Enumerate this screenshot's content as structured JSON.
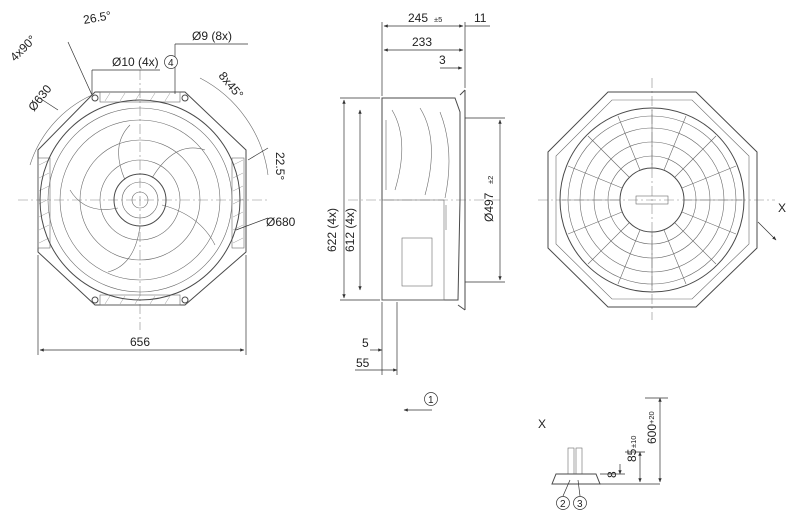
{
  "dims": {
    "d630": "Ø630",
    "a4x90": "4x90°",
    "a26_5": "26.5°",
    "d10x4": "Ø10 (4x)",
    "callout4": "4",
    "d9x8": "Ø9 (8x)",
    "a8x45": "8x45°",
    "a22_5": "22.5°",
    "d680": "Ø680",
    "w656": "656",
    "w245": "245",
    "w245_tol": "±5",
    "w11": "11",
    "w233": "233",
    "w3": "3",
    "h622": "622 (4x)",
    "h612": "612 (4x)",
    "d497": "Ø497",
    "d497_tol": "±2",
    "w5": "5",
    "w55": "55",
    "callout1": "1",
    "viewX": "X",
    "detailX": "X",
    "c85": "85",
    "c85_tol": "±10",
    "c600": "600",
    "c600_tol": "+20",
    "c8": "8",
    "callout2": "2",
    "callout3": "3"
  }
}
